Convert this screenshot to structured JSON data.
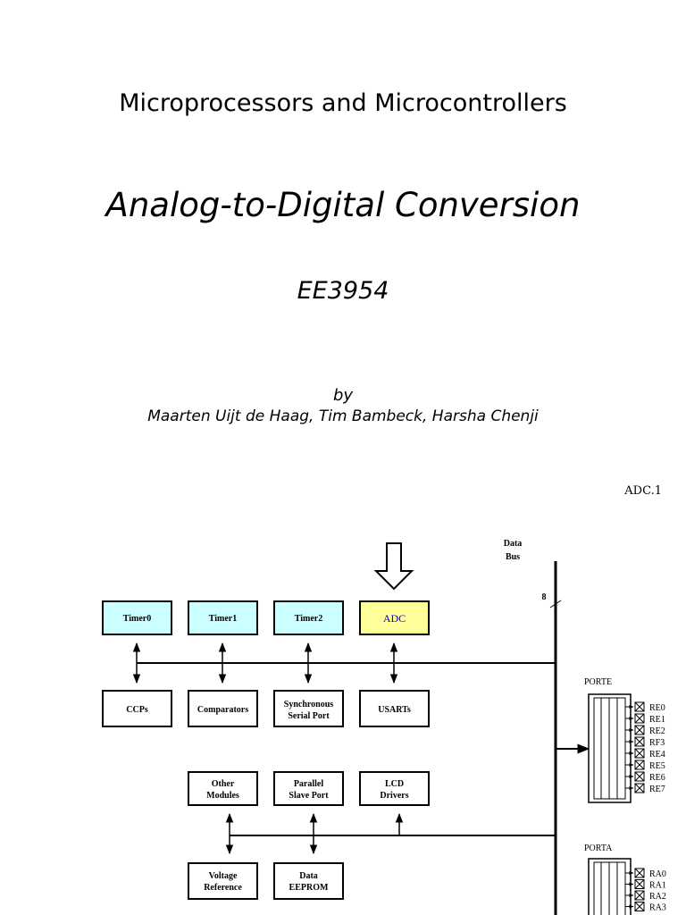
{
  "slide": {
    "course_title": "Microprocessors and Microcontrollers",
    "lecture_title": "Analog-to-Digital Conversion",
    "course_code": "EE3954",
    "by_label": "by",
    "authors": "Maarten Uijt de Haag, Tim Bambeck,  Harsha Chenji",
    "slide_number": "ADC.1"
  },
  "diagram": {
    "data_bus_label_line1": "Data",
    "data_bus_label_line2": "Bus",
    "bus_width": "8",
    "blocks": {
      "timer0": "Timer0",
      "timer1": "Timer1",
      "timer2": "Timer2",
      "adc": "ADC",
      "ccps": "CCPs",
      "comparators": "Comparators",
      "ssp_line1": "Synchronous",
      "ssp_line2": "Serial Port",
      "usarts": "USARTs",
      "other_line1": "Other",
      "other_line2": "Modules",
      "psp_line1": "Parallel",
      "psp_line2": "Slave Port",
      "lcd_line1": "LCD",
      "lcd_line2": "Drivers",
      "vref_line1": "Voltage",
      "vref_line2": "Reference",
      "eeprom_line1": "Data",
      "eeprom_line2": "EEPROM"
    },
    "porte": {
      "label": "PORTE",
      "pins": [
        "RE0",
        "RE1",
        "RE2",
        "RF3",
        "RE4",
        "RE5",
        "RE6",
        "RE7"
      ]
    },
    "porta": {
      "label": "PORTA",
      "pins": [
        "RA0",
        "RA1",
        "RA2",
        "RA3"
      ]
    },
    "colors": {
      "timer_fill": "#ccffff",
      "adc_fill": "#ffff99",
      "adc_text": "#0000cc"
    }
  }
}
